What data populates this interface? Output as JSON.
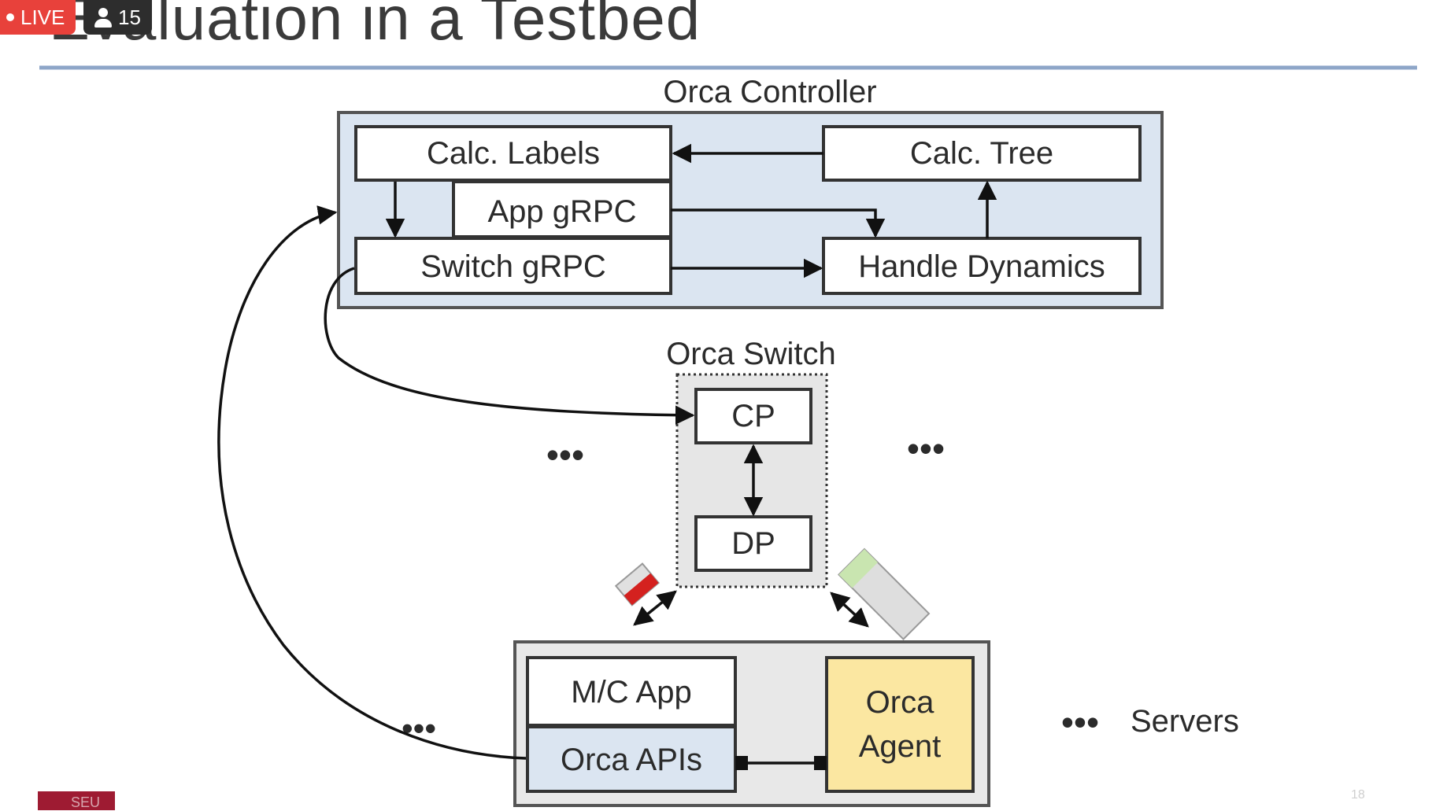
{
  "slide": {
    "title": "Evaluation in a Testbed",
    "page_number": "18",
    "logo_text": "SEU"
  },
  "overlay": {
    "live_label": "LIVE",
    "viewer_count": "15",
    "icons": [
      "live-dot-icon",
      "person-icon"
    ],
    "live_color": "#e8413b"
  },
  "diagram": {
    "controller": {
      "label": "Orca Controller",
      "boxes": {
        "calc_labels": "Calc. Labels",
        "app_grpc": "App gRPC",
        "switch_grpc": "Switch gRPC",
        "calc_tree": "Calc. Tree",
        "handle_dynamics": "Handle Dynamics"
      },
      "fill": "#dbe5f1"
    },
    "switch": {
      "label": "Orca Switch",
      "cp": "CP",
      "dp": "DP"
    },
    "server": {
      "mc_app": "M/C App",
      "orca_apis": "Orca APIs",
      "orca_agent_line1": "Orca",
      "orca_agent_line2": "Agent",
      "agent_fill": "#fbe7a1",
      "apis_fill": "#dbe5f1"
    },
    "servers_label": "Servers",
    "ellipsis": "•••"
  }
}
